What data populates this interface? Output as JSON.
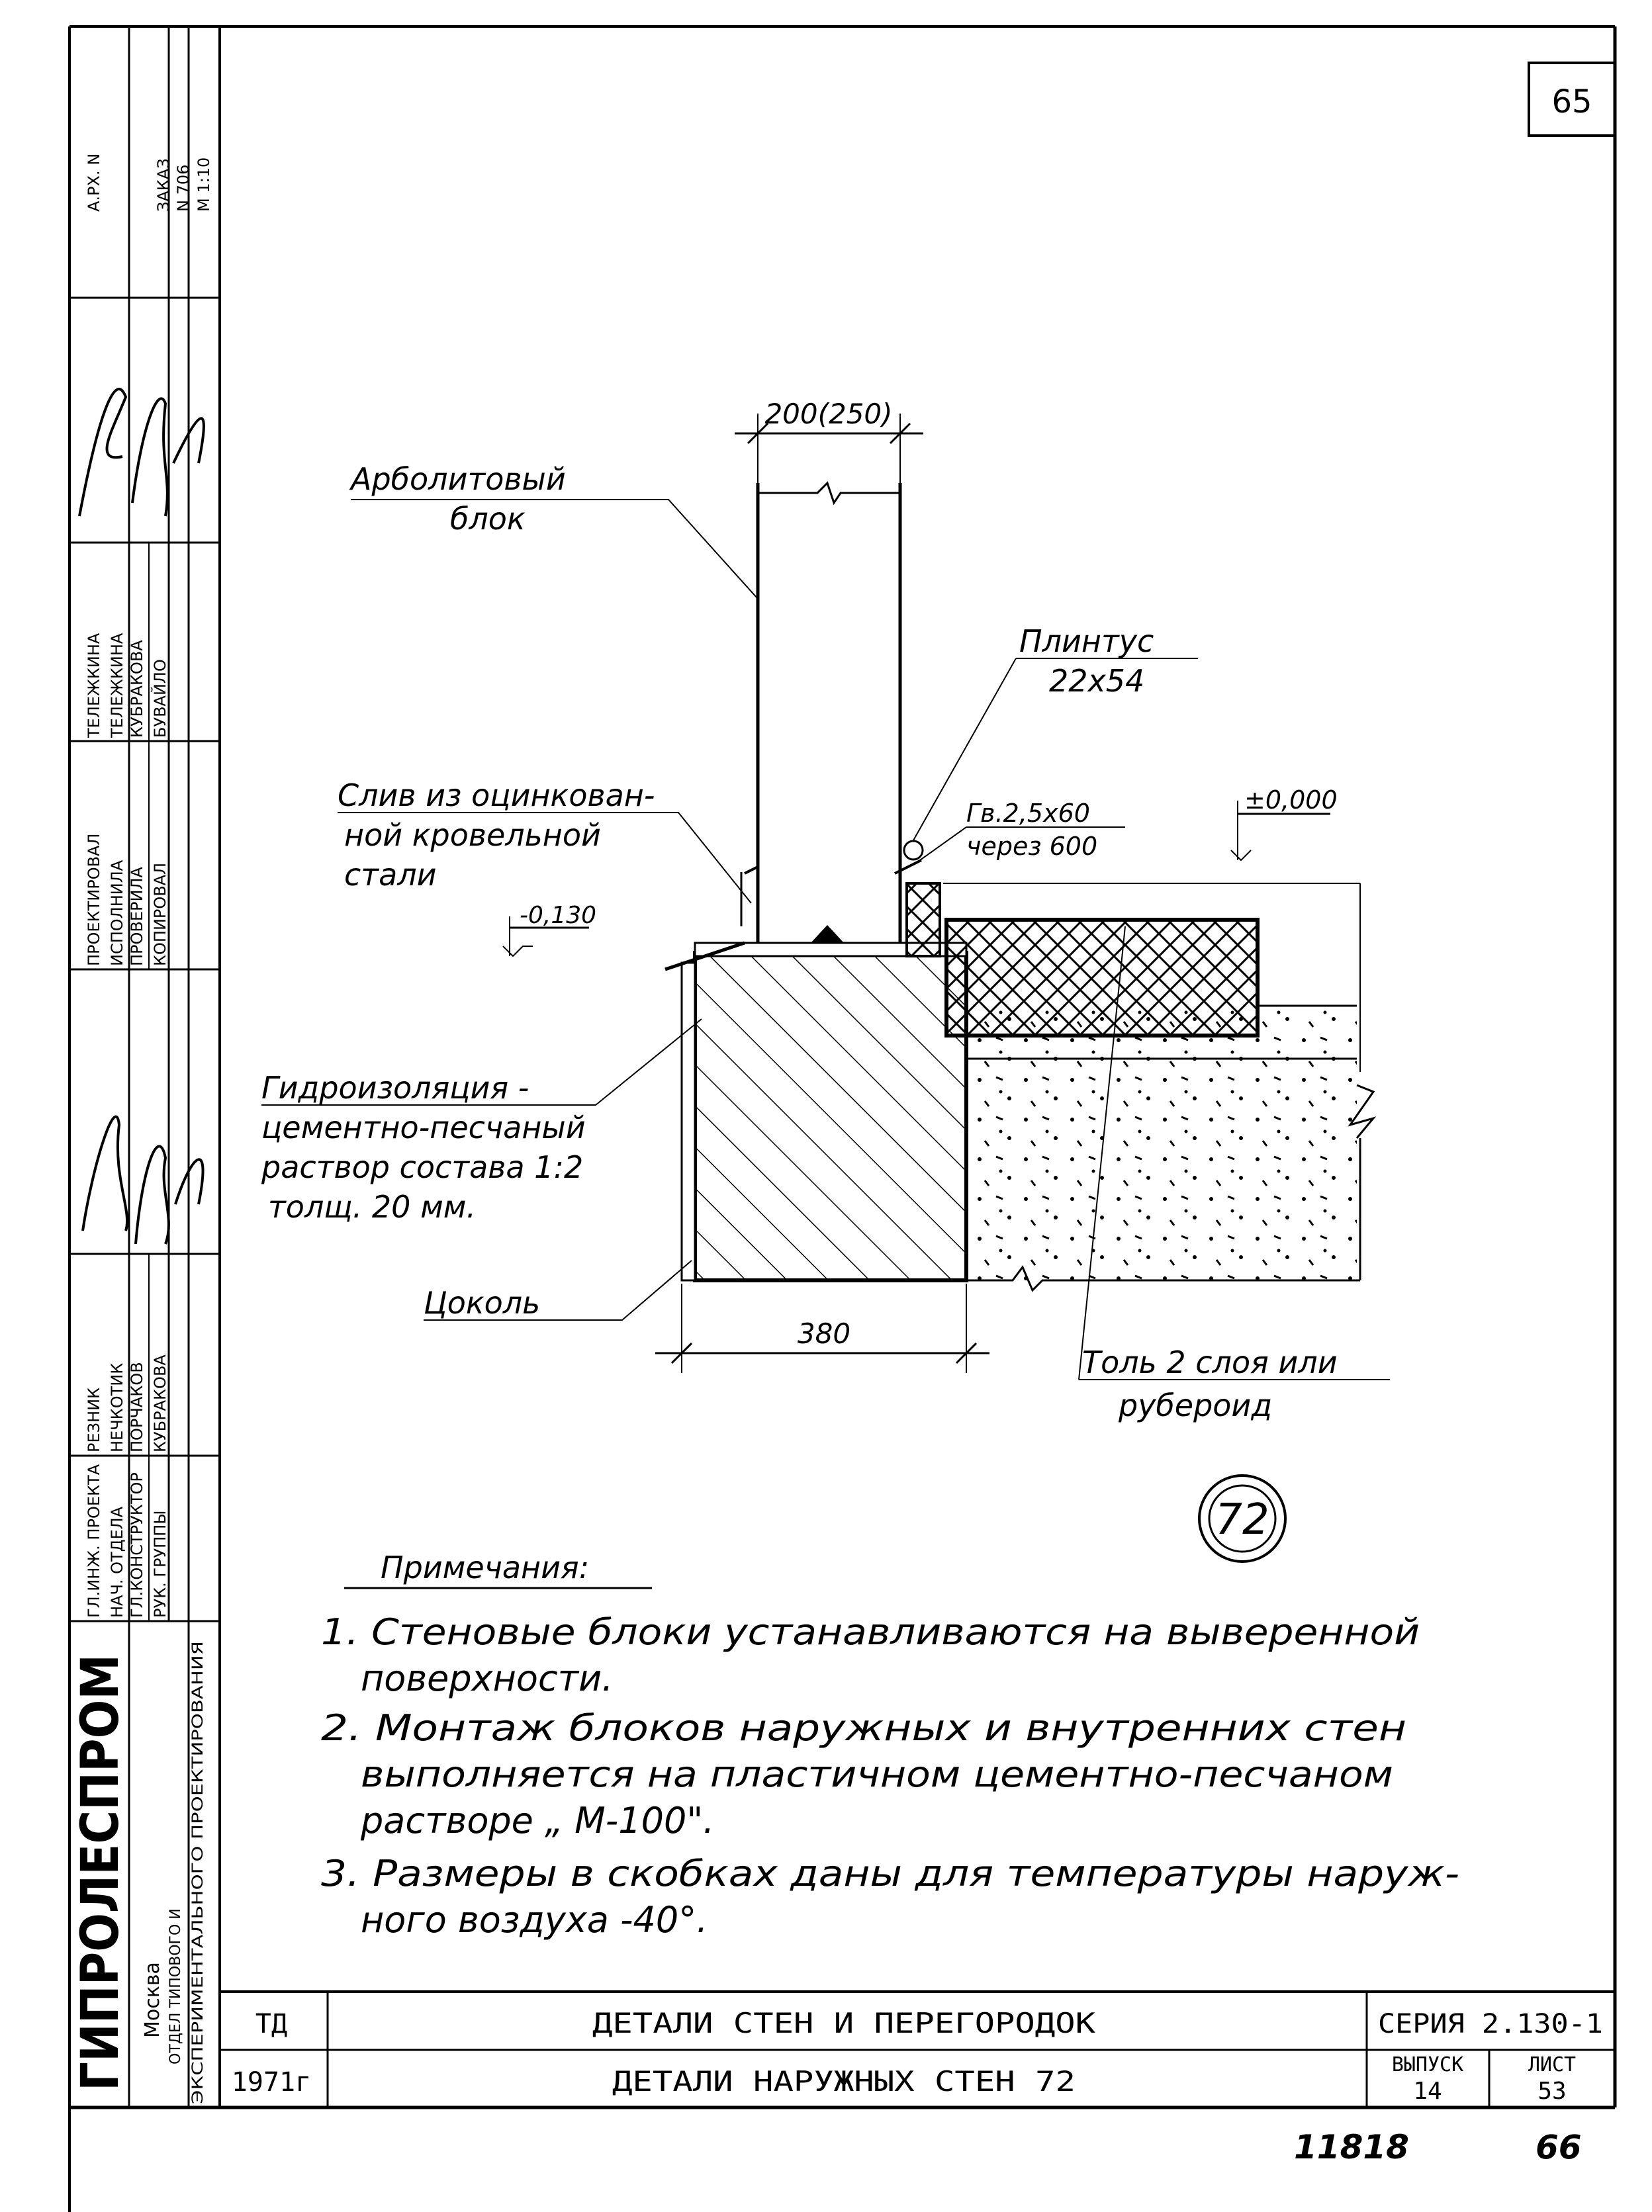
{
  "sheet_number_top": "65",
  "title_block": {
    "org": "ГИПРОЛЕСПРОМ",
    "city": "Москва",
    "dept_line1": "ОТДЕЛ ТИПОВОГО И",
    "dept_line2": "ЭКСПЕРИМЕНТАЛЬНОГО ПРОЕКТИРОВАНИЯ",
    "roles": [
      "ГЛ.ИНЖ. ПРОЕКТА",
      "НАЧ. ОТДЕЛА",
      "ГЛ.КОНСТРУКТОР",
      "РУК. ГРУППЫ"
    ],
    "role_names": [
      "РЕЗНИК",
      "НЕЧКОТИК",
      "ПОРЧАКОВ",
      "КУБРАКОВА"
    ],
    "actions": [
      "ПРОЕКТИРОВАЛ",
      "ИСПОЛНИЛА",
      "ПРОВЕРИЛА",
      "КОПИРОВАЛ"
    ],
    "action_names": [
      "ТЕЛЕЖКИНА",
      "ТЕЛЕЖКИНА",
      "КУБРАКОВА",
      "БУВАЙЛО"
    ],
    "archive_no": "А.РХ. N",
    "order_label": "ЗАКАЗ",
    "order_no": "N 706",
    "scale": "М 1:10",
    "td": "ТД",
    "year": "1971г",
    "title_main": "ДЕТАЛИ СТЕН И ПЕРЕГОРОДОК",
    "title_sub": "ДЕТАЛИ НАРУЖНЫХ СТЕН 72",
    "series": "СЕРИЯ 2.130-1",
    "issue_label": "ВЫПУСК",
    "issue_no": "14",
    "sheet_label": "ЛИСТ",
    "sheet_no": "53",
    "inv_no": "11818",
    "page_no": "66"
  },
  "drawing": {
    "dim_width": "200(250)",
    "label_block_1": "Арболитовый",
    "label_block_2": "блок",
    "label_plinth_1": "Плинтус",
    "label_plinth_2": "22x54",
    "label_nail_1": "Гв.2,5x60",
    "label_nail_2": "через 600",
    "level_zero": "±0,000",
    "label_drain_1": "Слив из оцинкован-",
    "label_drain_2": "ной кровельной",
    "label_drain_3": "стали",
    "level_minus": "-0,130",
    "label_waterproof_1": "Гидроизоляция -",
    "label_waterproof_2": "цементно-песчаный",
    "label_waterproof_3": "раствор состава 1:2",
    "label_waterproof_4": "толщ. 20 мм.",
    "label_plinth_wall": "Цоколь",
    "dim_base": "380",
    "label_tol_1": "Толь 2 слоя или",
    "label_tol_2": "рубероид",
    "detail_number": "72"
  },
  "notes": {
    "heading": "Примечания:",
    "n1_a": "1. Стеновые блоки устанавливаются на выверенной",
    "n1_b": "поверхности.",
    "n2_a": "2. Монтаж блоков наружных и внутренних стен",
    "n2_b": "выполняется на пластичном цементно-песчаном",
    "n2_c": "растворе „ М-100\".",
    "n3_a": "3. Размеры в скобках даны для температуры наруж-",
    "n3_b": "ного воздуха -40°."
  }
}
